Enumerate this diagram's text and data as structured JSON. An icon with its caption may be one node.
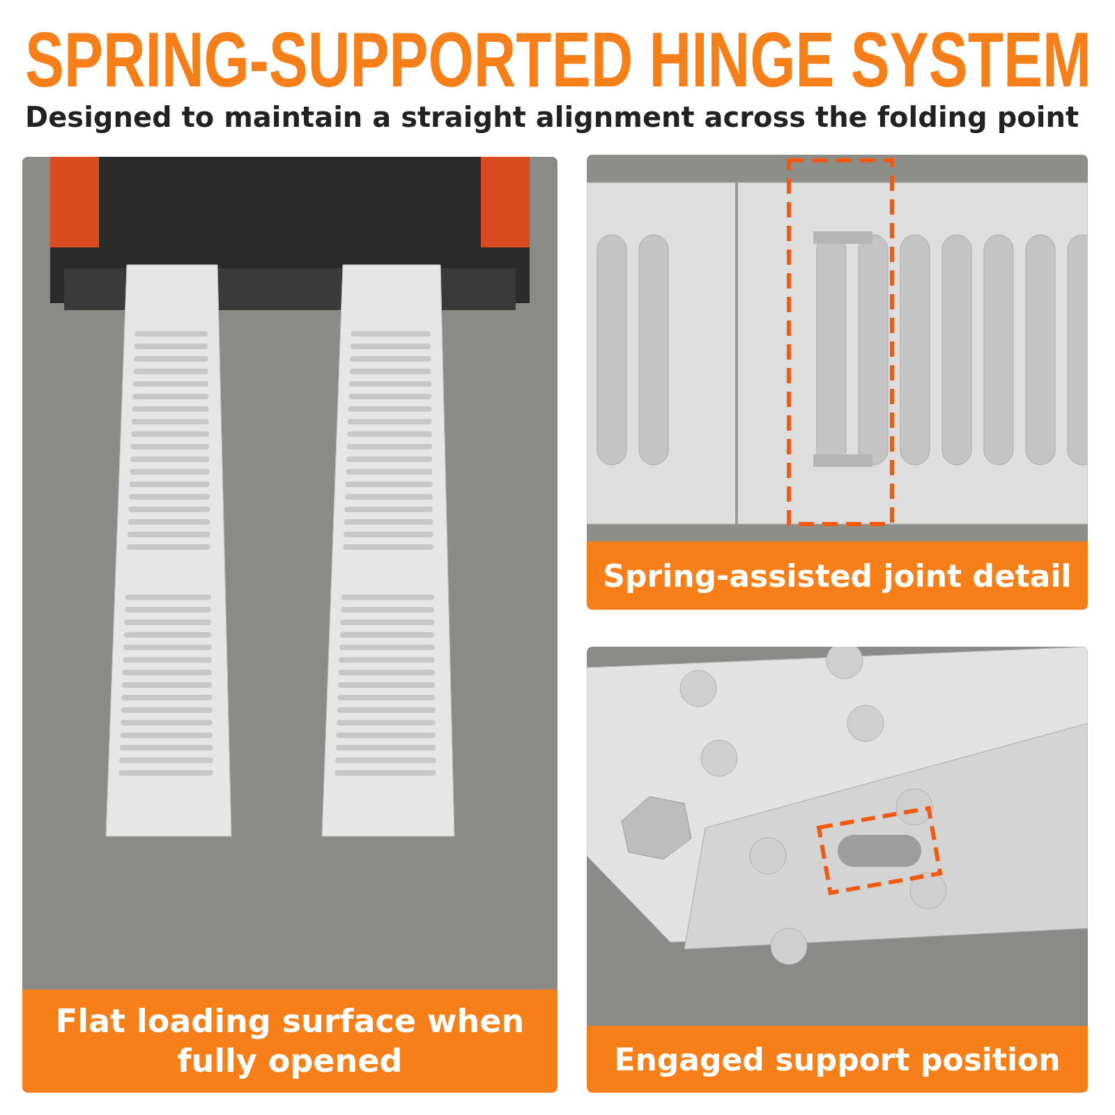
{
  "diagram": {
    "title": "SPRING-SUPPORTED HINGE SYSTEM",
    "nodes": [
      {
        "text": [
          "Flat loading surface when fully opened"
        ]
      },
      {
        "text": [
          "Spring-assisted joint detail"
        ]
      },
      {
        "text": [
          "Engaged support position"
        ]
      }
    ],
    "labels": [
      "Designed to maintain a straight alignment across the folding point"
    ]
  }
}
